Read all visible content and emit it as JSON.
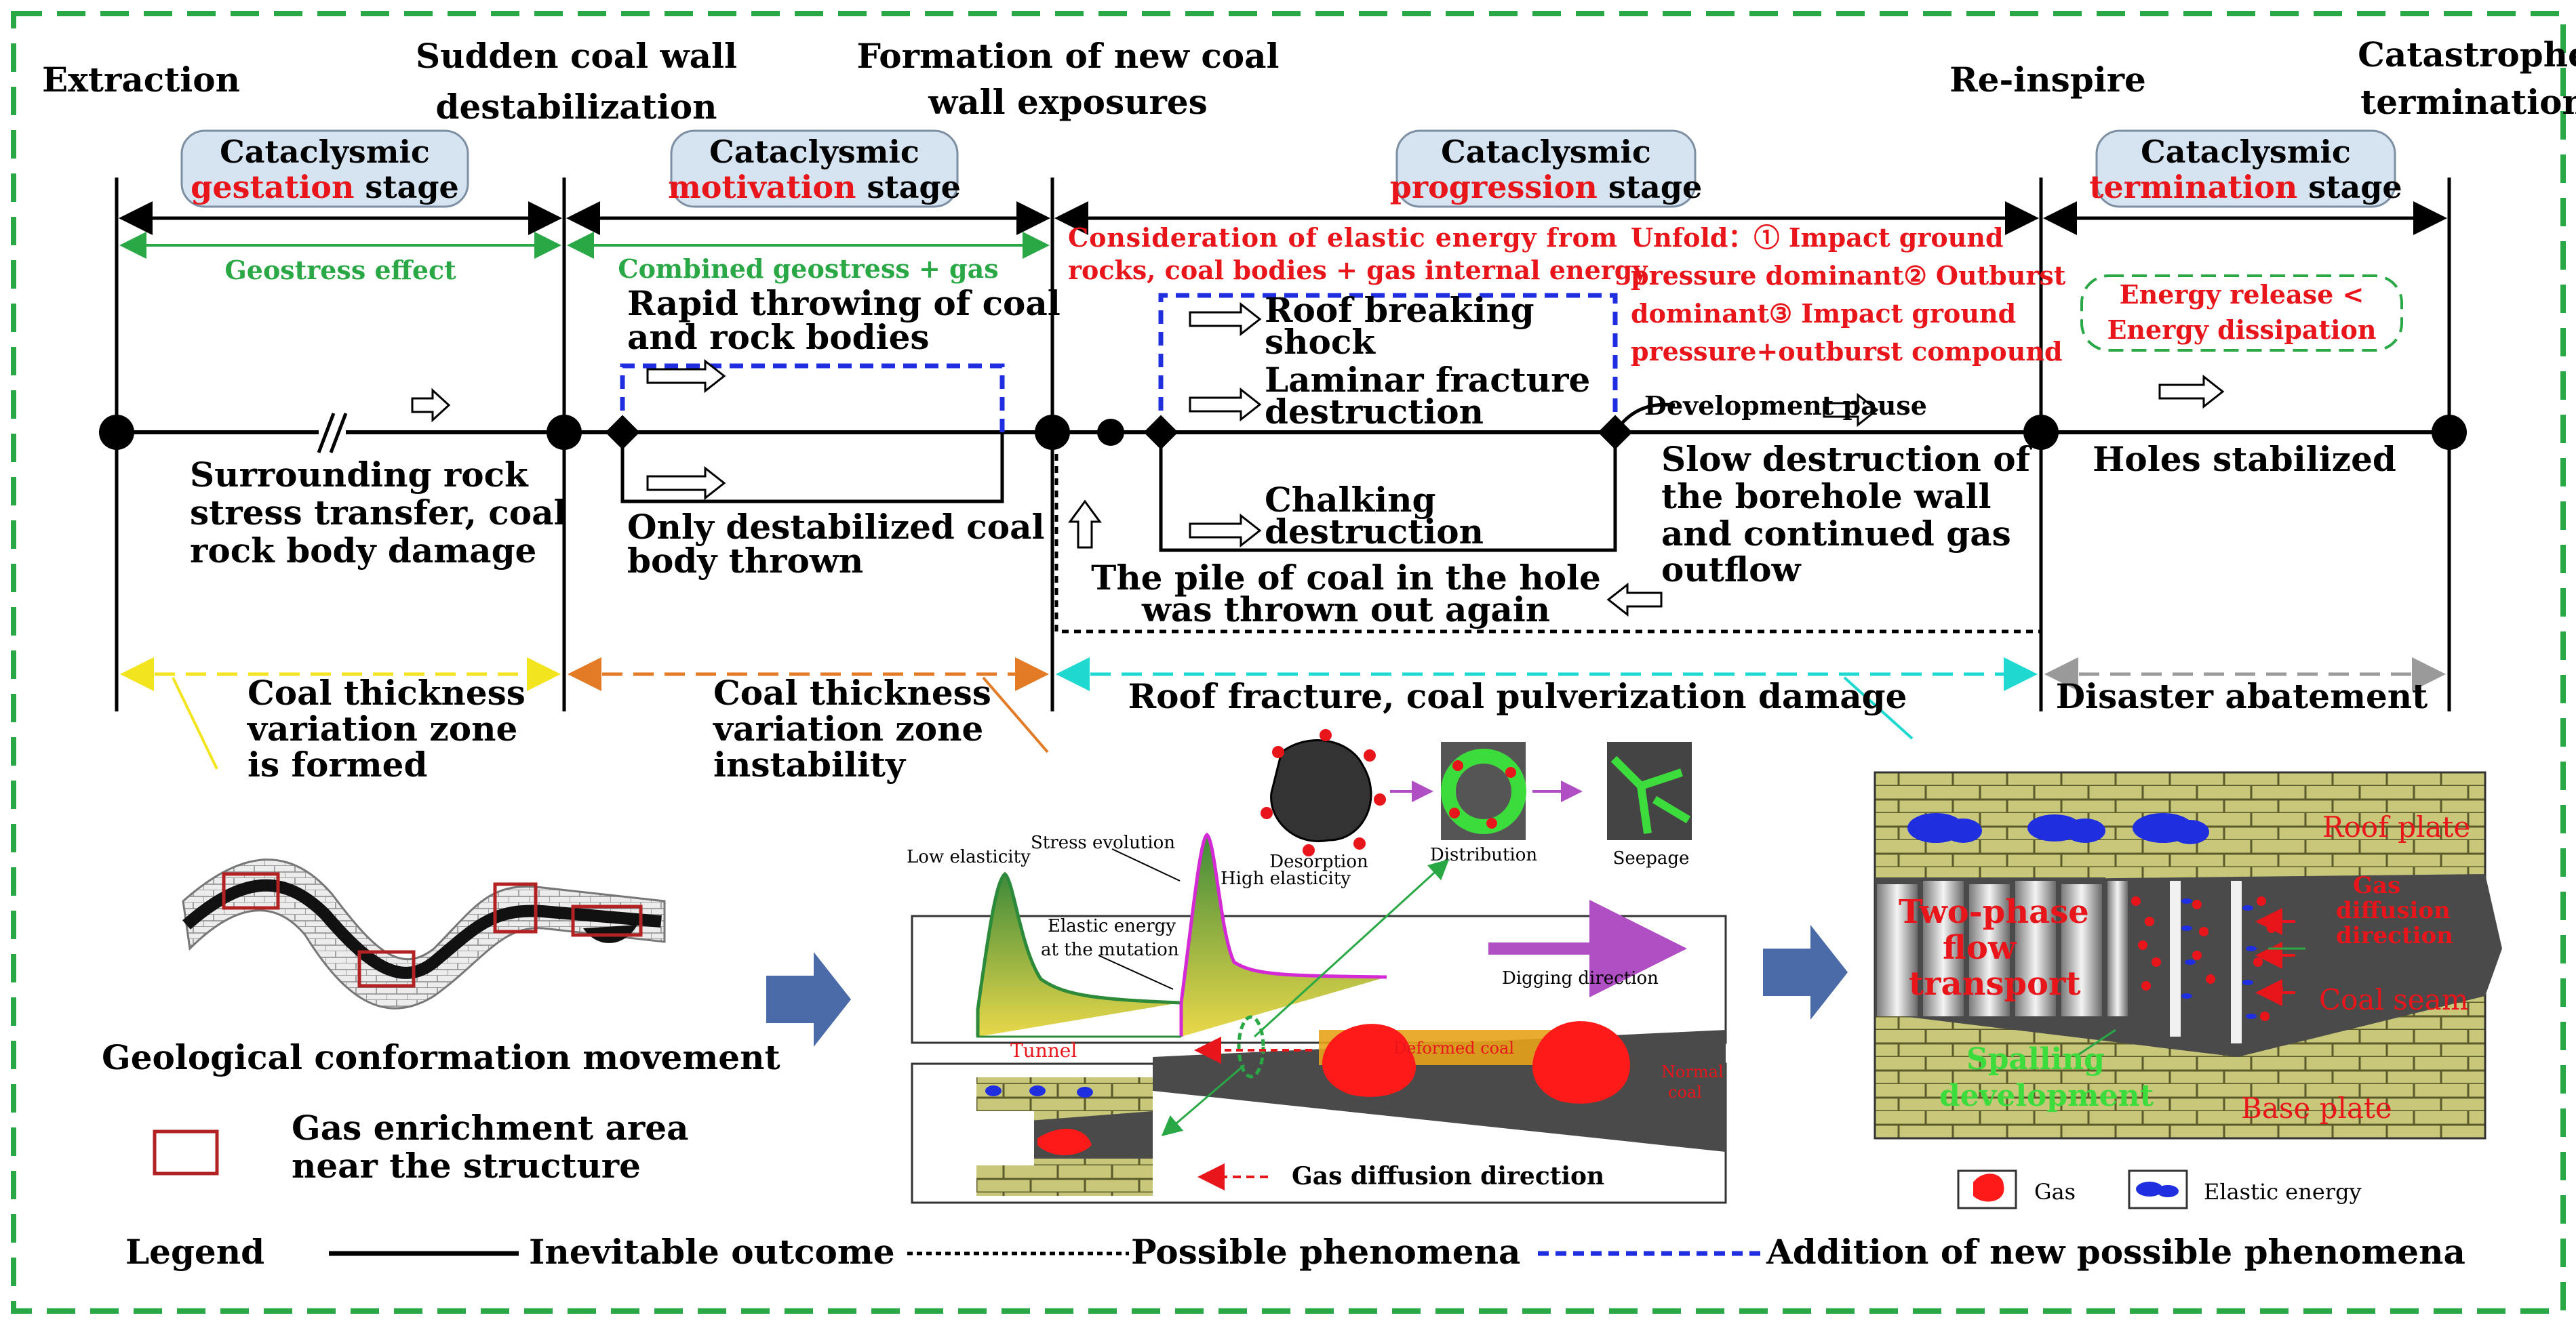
{
  "colors": {
    "green": "#29a845",
    "red": "#e8151b",
    "blue": "#1f2fe0",
    "yellow": "#f2e51f",
    "orange": "#e27a26",
    "cyan": "#1fd8cf",
    "gray": "#9a9a9a",
    "pill_fill": "#d6e4f1",
    "brick": "#c9c77a",
    "coal": "#4a4a4a",
    "arrow_blue": "#4a6aa8",
    "purple": "#b04fc4"
  },
  "top_labels": {
    "extraction": "Extraction",
    "sudden_1": "Sudden coal wall",
    "sudden_2": "destabilization",
    "formation_1": "Formation of new coal",
    "formation_2": "wall exposures",
    "reinspire": "Re-inspire",
    "catastrophe_1": "Catastrophe",
    "catastrophe_2": "termination"
  },
  "stages": [
    {
      "line1": "Cataclysmic",
      "key": "gestation",
      "suffix": " stage"
    },
    {
      "line1": "Cataclysmic",
      "key": "motivation",
      "suffix": " stage"
    },
    {
      "line1": "Cataclysmic",
      "key": "progression",
      "suffix": " stage"
    },
    {
      "line1": "Cataclysmic",
      "key": "termination",
      "suffix": " stage"
    }
  ],
  "effects": {
    "geostress": "Geostress effect",
    "combined": "Combined geostress + gas",
    "elastic_1": "Consideration of elastic energy from",
    "elastic_2": "rocks, coal bodies + gas internal energy",
    "unfold_1": "Unfold：① Impact ground",
    "unfold_2": "pressure dominant② Outburst",
    "unfold_3": "dominant③ Impact ground",
    "unfold_4": "pressure+outburst compound",
    "energy_1": "Energy release <",
    "energy_2": "Energy dissipation"
  },
  "process": {
    "surround_1": "Surrounding rock",
    "surround_2": "stress transfer, coal",
    "surround_3": "rock body damage",
    "rapid_1": "Rapid throwing of coal",
    "rapid_2": "and rock bodies",
    "only_1": "Only destabilized coal",
    "only_2": "body thrown",
    "roof_1": "Roof breaking",
    "roof_2": "shock",
    "laminar_1": "Laminar fracture",
    "laminar_2": "destruction",
    "chalk_1": "Chalking",
    "chalk_2": "destruction",
    "pile_1": "The pile of coal in the hole",
    "pile_2": "was thrown out again",
    "dev_pause": "Development pause",
    "slow_1": "Slow destruction of",
    "slow_2": "the borehole wall",
    "slow_3": "and continued gas",
    "slow_4": "outflow",
    "holes": "Holes stabilized"
  },
  "zones": {
    "zone1_1": "Coal thickness",
    "zone1_2": "variation zone",
    "zone1_3": "is formed",
    "zone2_1": "Coal thickness",
    "zone2_2": "variation zone",
    "zone2_3": "instability",
    "zone3": "Roof fracture, coal pulverization damage",
    "zone4": "Disaster abatement"
  },
  "geology": {
    "title": "Geological conformation movement",
    "gas_area_1": "Gas enrichment area",
    "gas_area_2": "near the structure"
  },
  "stress_panel": {
    "low": "Low elasticity",
    "evolution": "Stress evolution",
    "high": "High elasticity",
    "elastic_1": "Elastic energy",
    "elastic_2": "at the mutation",
    "digging": "Digging direction",
    "desorption": "Desorption",
    "distribution": "Distribution",
    "seepage": "Seepage",
    "tunnel": "Tunnel",
    "deformed_1": "Deformed coal",
    "normal_1": "Normal",
    "normal_2": "coal",
    "gas_diffusion": "Gas diffusion direction"
  },
  "right_panel": {
    "roof": "Roof plate",
    "two_1": "Two-phase",
    "two_2": "flow",
    "two_3": "transport",
    "gas_1": "Gas",
    "gas_2": "diffusion",
    "gas_3": "direction",
    "coal_seam": "Coal seam",
    "spalling_1": "Spalling",
    "spalling_2": "development",
    "base": "Base plate",
    "legend_gas": "Gas",
    "legend_elastic": "Elastic energy"
  },
  "legend": {
    "title": "Legend",
    "inevitable": "Inevitable outcome",
    "possible": "Possible phenomena",
    "addition": "Addition of new possible phenomena"
  }
}
